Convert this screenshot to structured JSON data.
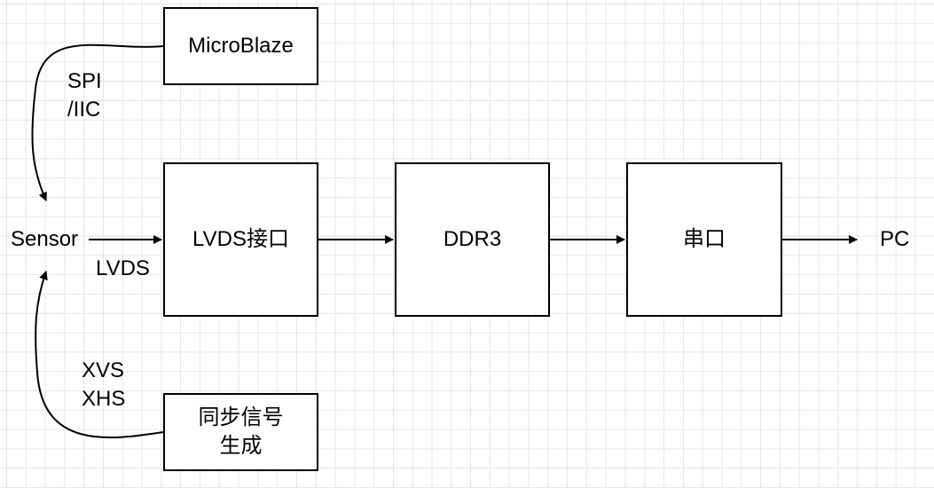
{
  "blocks": {
    "microblaze": "MicroBlaze",
    "lvds_interface": "LVDS接口",
    "ddr3": "DDR3",
    "serial_port": "串口",
    "sync_gen_line1": "同步信号",
    "sync_gen_line2": "生成"
  },
  "labels": {
    "sensor": "Sensor",
    "pc": "PC",
    "lvds": "LVDS",
    "spi": "SPI",
    "iic": "/IIC",
    "xvs": "XVS",
    "xhs": "XHS"
  },
  "colors": {
    "stroke": "#000000",
    "grid": "#e6e6e6",
    "background": "#ffffff"
  }
}
